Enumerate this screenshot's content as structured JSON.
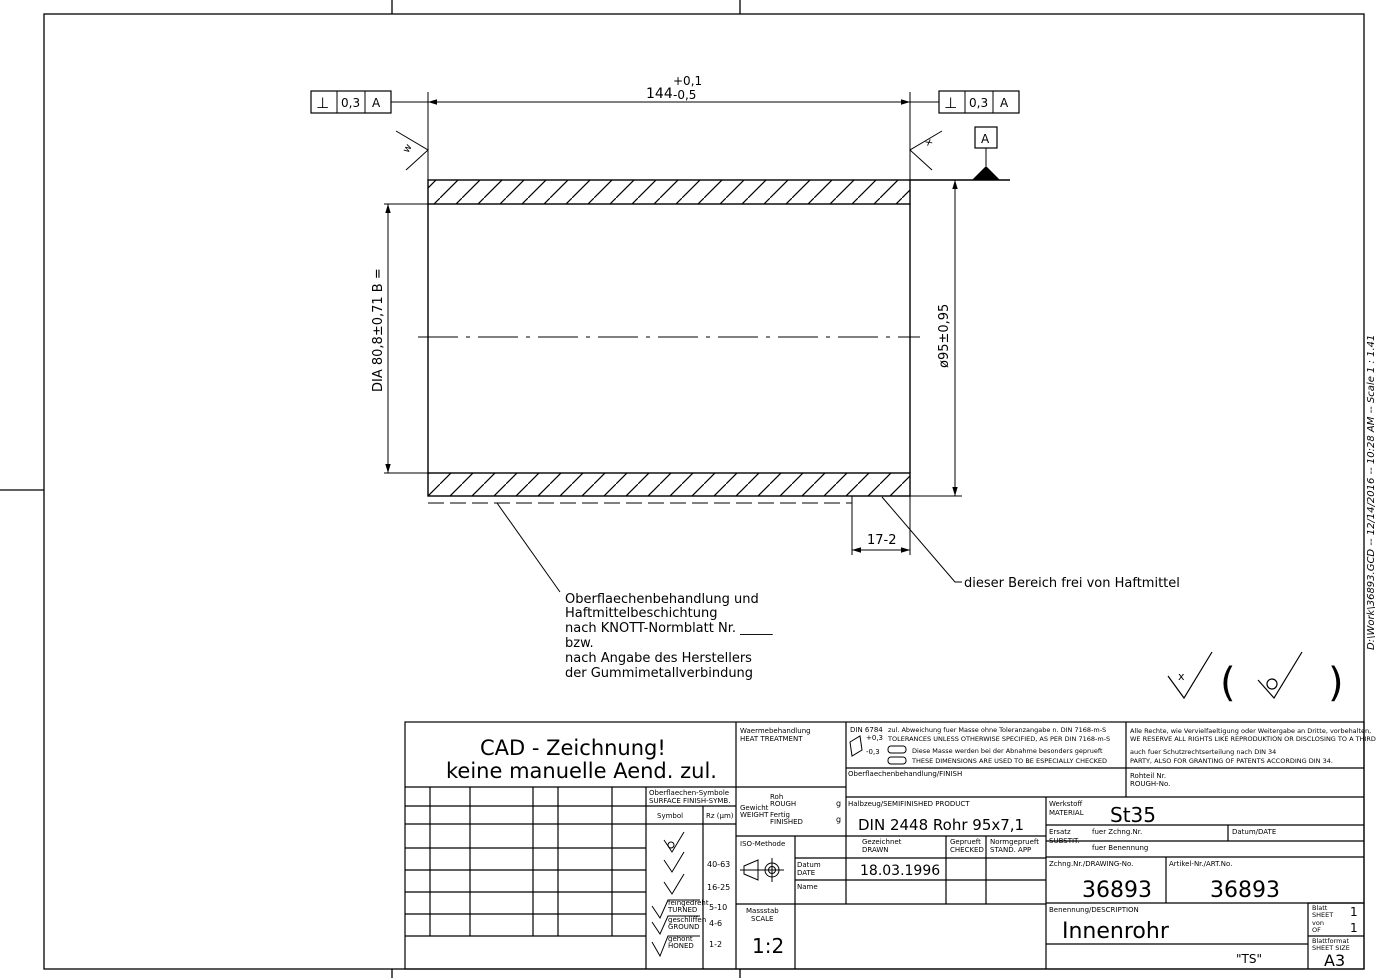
{
  "tolerance_frames": {
    "left": {
      "symbol": "⊥",
      "value": "0,3",
      "datum": "A"
    },
    "right": {
      "symbol": "⊥",
      "value": "0,3",
      "datum": "A"
    }
  },
  "datum": {
    "label": "A"
  },
  "dimensions": {
    "length_main": "144",
    "length_upper": "+0,1",
    "length_lower": "-0,5",
    "inner_dia": "DIA  80,8±0,71 B =",
    "outer_dia": "ø95±0,95",
    "free_zone": "17-2"
  },
  "surface_marks": {
    "left": "w",
    "right": "x"
  },
  "notes": {
    "coating": [
      "Oberflaechenbehandlung und",
      "Haftmittelbeschichtung",
      "nach KNOTT-Normblatt Nr. _____",
      "bzw.",
      "nach Angabe des Herstellers",
      "der Gummimetallverbindung"
    ],
    "free_area": "dieser Bereich frei von Haftmittel"
  },
  "general_symbol": {
    "main": "x",
    "paren_open": "(",
    "paren_close": ")"
  },
  "side_text": "D:\\Work\\36893.GCD -- 12/14/2016 -- 10:28 AM -- Scale 1 : 1.41",
  "title_block": {
    "cad_line1": "CAD - Zeichnung!",
    "cad_line2": "keine manuelle Aend. zul.",
    "surface_symbols_header": "Oberflaechen-Symbole",
    "surface_symbols_header_en": "SURFACE FINISH-SYMB.",
    "col_symbol": "Symbol",
    "col_rz": "Rz (µm)",
    "rz_values": [
      "40-63",
      "16-25",
      "5-10",
      "4-6",
      "1-2"
    ],
    "finish_labels": [
      "feingedreht",
      "TURNED",
      "geschliffen",
      "GROUND",
      "gehont",
      "HONED"
    ],
    "heat_treatment": "Waermebehandlung",
    "heat_treatment_en": "HEAT TREATMENT",
    "weight_de": "Gewicht",
    "weight_en": "WEIGHT",
    "rough_de": "Roh",
    "rough_en": "ROUGH",
    "finished_de": "Fertig",
    "finished_en": "FINISHED",
    "weight_unit": "g",
    "iso_method": "ISO-Methode",
    "date_de": "Datum",
    "date_en": "DATE",
    "name_label": "Name",
    "scale_de": "Massstab",
    "scale_en": "SCALE",
    "scale_value": "1:2",
    "din_ref": "DIN 6784",
    "tol_note1": "zul. Abweichung fuer Masse ohne Toleranzangabe n. DIN 7168-m-S",
    "tol_note1_en": "TOLERANCES UNLESS OTHERWISE SPECIFIED, AS PER DIN 7168-m-S",
    "tol_note2": "Diese Masse werden bei der Abnahme besonders geprueft",
    "tol_note2_en": "THESE DIMENSIONS ARE USED TO BE ESPECIALLY CHECKED",
    "edge_plus": "+0,3",
    "edge_minus": "-0,3",
    "finish_label": "Oberflaechenbehandlung/FINISH",
    "semi_label": "Halbzeug/SEMIFINISHED PRODUCT",
    "semi_value": "DIN 2448 Rohr 95x7,1",
    "drawn_de": "Gezeichnet",
    "drawn_en": "DRAWN",
    "checked_de": "Geprueft",
    "checked_en": "CHECKED",
    "stand_de": "Normgeprueft",
    "stand_en": "STAND. APP",
    "drawn_date": "18.03.1996",
    "rights_de": "Alle Rechte, wie Vervielfaeltigung oder Weitergabe an Dritte, vorbehalten,",
    "rights_en": "WE RESERVE ALL RIGHTS LIKE REPRODUKTION OR DISCLOSING TO A THIRD",
    "rights_de2": "auch fuer Schutzrechtserteilung nach DIN 34",
    "rights_en2": "PARTY, ALSO FOR GRANTING OF PATENTS ACCORDING DIN 34.",
    "rough_no_de": "Rohteil Nr.",
    "rough_no_en": "ROUGH-No.",
    "material_de": "Werkstoff",
    "material_en": "MATERIAL",
    "material_value": "St35",
    "subst_de": "Ersatz",
    "subst_en": "SUBSTIT.",
    "subst_for_dwg": "fuer Zchng.Nr.",
    "subst_for_name": "fuer Benennung",
    "subst_date": "Datum/DATE",
    "drawing_no_label": "Zchng.Nr./DRAWING-No.",
    "drawing_no": "36893",
    "art_no_label": "Artikel-Nr./ART.No.",
    "art_no": "36893",
    "description_label": "Benennung/DESCRIPTION",
    "description": "Innenrohr",
    "ts_mark": "\"TS\"",
    "sheet_label": "Blatt",
    "sheet_label_en": "SHEET",
    "sheet_value": "1",
    "of_de": "von",
    "of_en": "OF",
    "of_value": "1",
    "sheet_size_de": "Blattformat",
    "sheet_size_en": "SHEET SIZE",
    "sheet_size": "A3"
  }
}
